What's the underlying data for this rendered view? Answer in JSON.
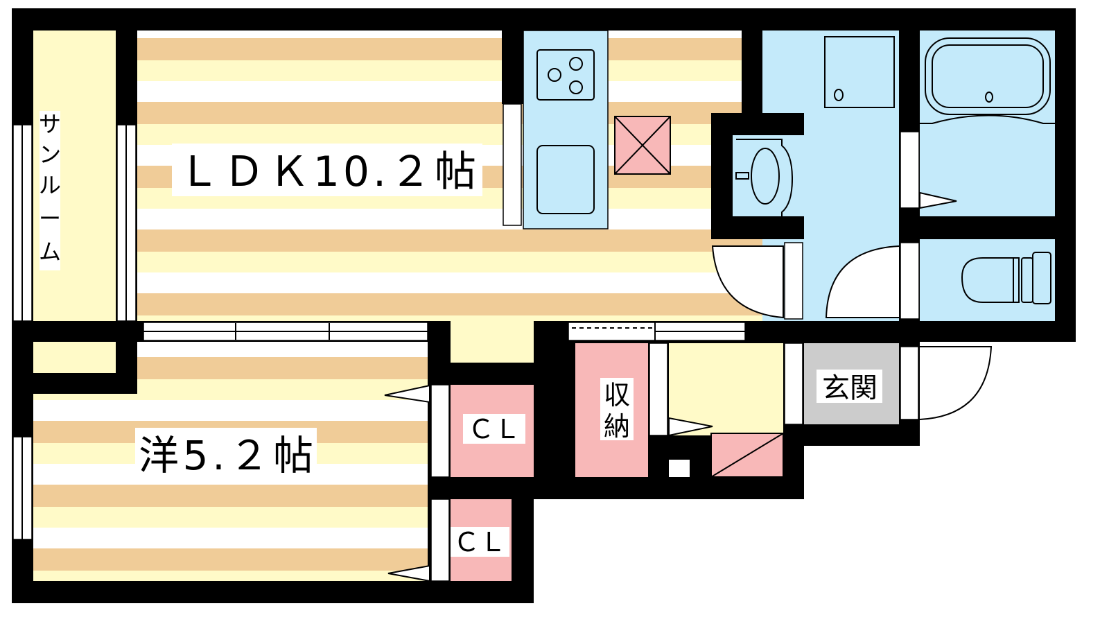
{
  "floorplan": {
    "rooms": {
      "ldk": "ＬＤＫ10.２帖",
      "western": "洋5.２帖",
      "sunroom": [
        "サ",
        "ン",
        "ル",
        "ー",
        "ム"
      ],
      "closet1": "ＣＬ",
      "closet2": "ＣＬ",
      "storage": [
        "収",
        "納"
      ],
      "entrance": "玄関"
    },
    "colors": {
      "wall": "#000000",
      "floor_orange": "#f0cc98",
      "floor_cream": "#fffac8",
      "water": "#c4eafa",
      "storage": "#f8b8b8",
      "entrance": "#cccccc"
    }
  }
}
